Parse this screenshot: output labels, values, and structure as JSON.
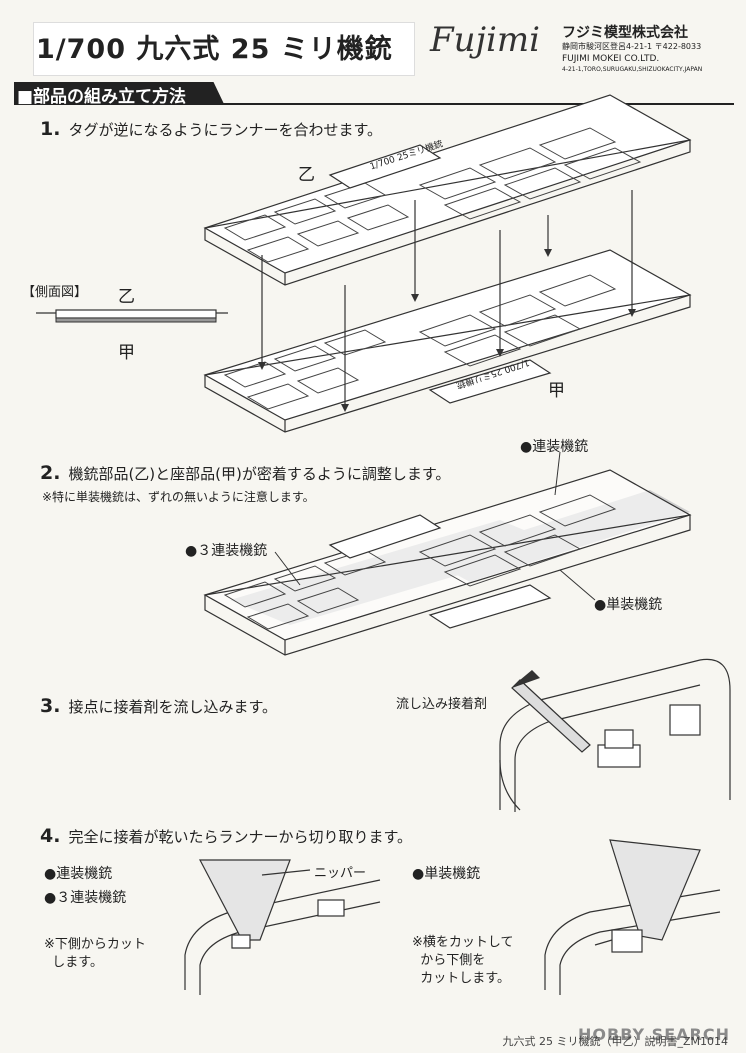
{
  "header": {
    "title": "1/700 九六式 25 ミリ機銃",
    "logo": "Fujimi",
    "company_name": "フジミ模型株式会社",
    "address_jp": "静岡市駿河区登呂4-21-1  〒422-8033",
    "company_name_en": "FUJIMI MOKEI CO.LTD.",
    "address_en": "4-21-1,TORO,SURUGAKU,SHIZUOKACITY,JAPAN"
  },
  "section": {
    "title": "■部品の組み立て方法"
  },
  "steps": [
    {
      "num": "1.",
      "text": "タグが逆になるようにランナーを合わせます。"
    },
    {
      "num": "2.",
      "text": "機銃部品(乙)と座部品(甲)が密着するように調整します。",
      "note": "※特に単装機銃は、ずれの無いように注意します。"
    },
    {
      "num": "3.",
      "text": "接点に接着剤を流し込みます。"
    },
    {
      "num": "4.",
      "text": "完全に接着が乾いたらランナーから切り取ります。"
    }
  ],
  "step1": {
    "label_otsu": "乙",
    "label_kou": "甲",
    "side_view_title": "【側面図】",
    "side_otsu": "乙",
    "side_kou": "甲",
    "runner_tag": "1/700 25ミリ機銃"
  },
  "step2": {
    "label_rensou": "●連装機銃",
    "label_3rensou": "●３連装機銃",
    "label_tansou": "●単装機銃"
  },
  "step3": {
    "label_glue": "流し込み接着剤"
  },
  "step4": {
    "label_rensou": "●連装機銃",
    "label_3rensou": "●３連装機銃",
    "note_left": "※下側からカット\n  します。",
    "label_nipper": "ニッパー",
    "label_tansou": "●単装機銃",
    "note_right": "※横をカットして\n  から下側を\n  カットします。"
  },
  "footer": {
    "text": "九六式 25 ミリ機銃（甲乙）説明書_ZM1014"
  },
  "watermark": "HOBBY SEARCH"
}
